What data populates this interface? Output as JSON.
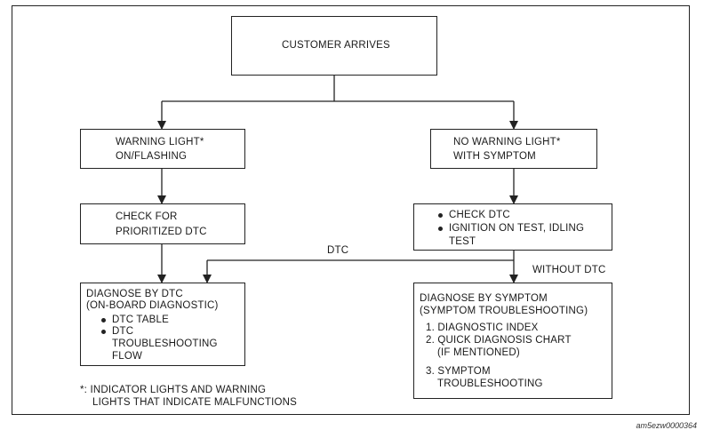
{
  "nodes": {
    "customer_arrives": "CUSTOMER ARRIVES",
    "warning_light": [
      "WARNING LIGHT*",
      "ON/FLASHING"
    ],
    "no_warning_light": [
      "NO WARNING LIGHT*",
      "WITH SYMPTOM"
    ],
    "check_prioritized": [
      "CHECK FOR",
      "PRIORITIZED DTC"
    ],
    "check_dtc": {
      "items": [
        "CHECK DTC",
        "IGNITION ON TEST, IDLING"
      ],
      "cont": "TEST"
    },
    "diagnose_dtc": {
      "title": [
        "DIAGNOSE BY DTC",
        "(ON-BOARD DIAGNOSTIC)"
      ],
      "items": [
        "DTC TABLE",
        "DTC"
      ],
      "cont": [
        "TROUBLESHOOTING",
        "FLOW"
      ]
    },
    "diagnose_symptom": {
      "title": [
        "DIAGNOSE BY SYMPTOM",
        "(SYMPTOM TROUBLESHOOTING)"
      ],
      "items": [
        "1. DIAGNOSTIC INDEX",
        "2. QUICK DIAGNOSIS CHART",
        "(IF MENTIONED)",
        "3. SYMPTOM",
        "TROUBLESHOOTING"
      ]
    }
  },
  "edge_labels": {
    "dtc": "DTC",
    "without_dtc": "WITHOUT DTC"
  },
  "footnote": [
    "*: INDICATOR LIGHTS AND WARNING",
    "LIGHTS THAT INDICATE MALFUNCTIONS"
  ],
  "figure_id": "am5ezw0000364"
}
